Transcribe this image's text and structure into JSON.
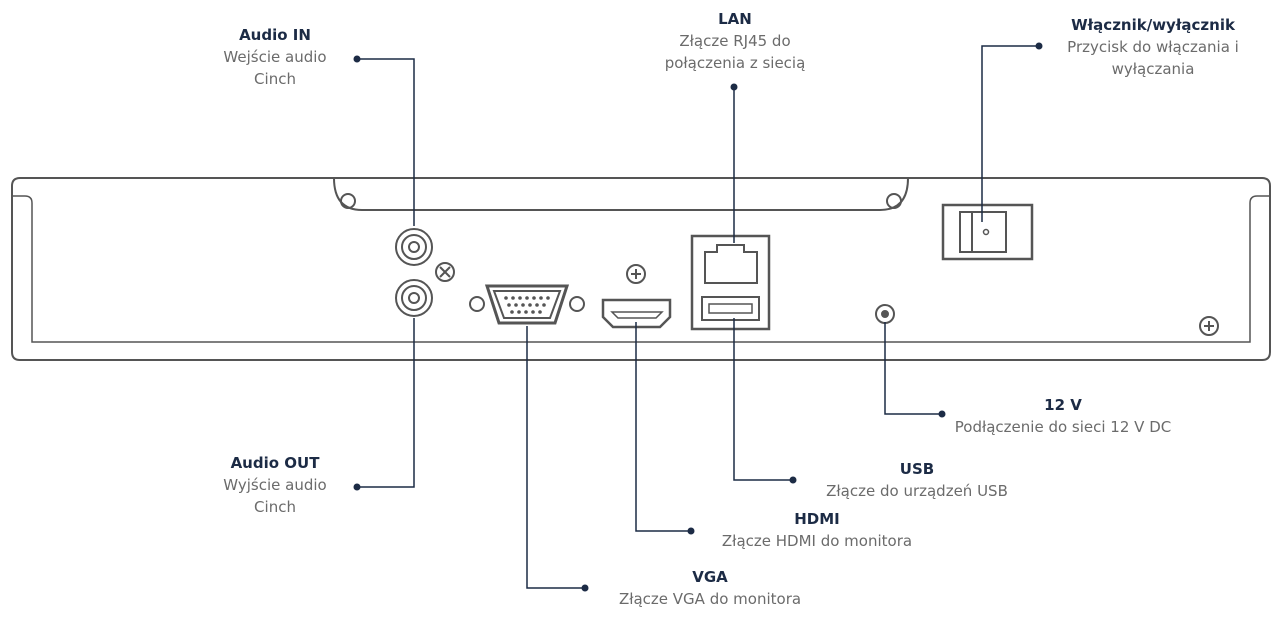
{
  "labels": {
    "audio_in": {
      "title": "Audio IN",
      "desc1": "Wejście audio",
      "desc2": "Cinch"
    },
    "lan": {
      "title": "LAN",
      "desc1": "Złącze RJ45 do",
      "desc2": "połączenia z siecią"
    },
    "power": {
      "title": "Włącznik/wyłącznik",
      "desc1": "Przycisk do włączania i",
      "desc2": "wyłączania"
    },
    "audio_out": {
      "title": "Audio OUT",
      "desc1": "Wyjście audio",
      "desc2": "Cinch"
    },
    "dc12": {
      "title": "12 V",
      "desc1": "Podłączenie do sieci 12 V DC"
    },
    "usb": {
      "title": "USB",
      "desc1": "Złącze do urządzeń USB"
    },
    "hdmi": {
      "title": "HDMI",
      "desc1": "Złącze HDMI do monitora"
    },
    "vga": {
      "title": "VGA",
      "desc1": "Złącze VGA do monitora"
    }
  },
  "colors": {
    "outline": "#555555",
    "leader": "#1c2b45",
    "title": "#1c2b45",
    "text": "#6b6b6b"
  }
}
